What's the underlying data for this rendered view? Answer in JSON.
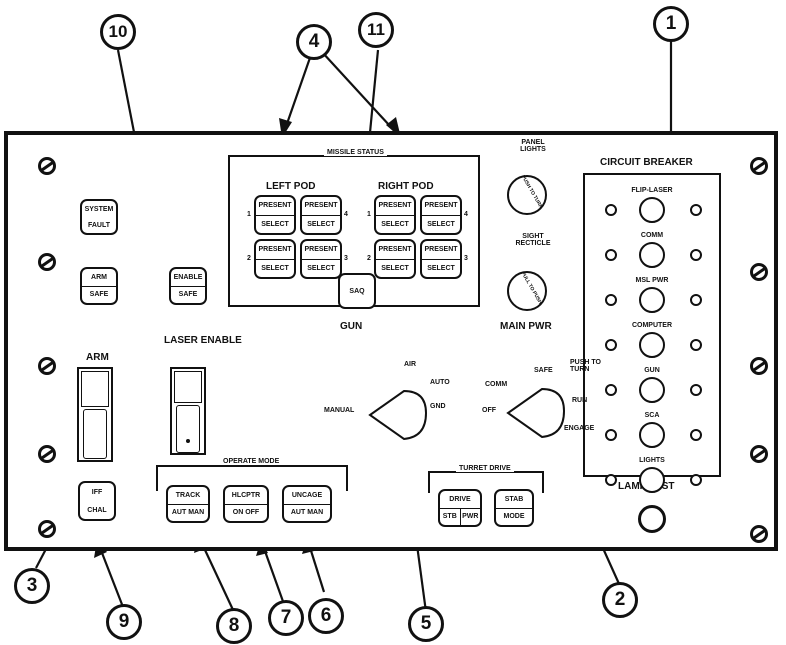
{
  "callouts": [
    "1",
    "2",
    "3",
    "4",
    "5",
    "6",
    "7",
    "8",
    "9",
    "10",
    "11"
  ],
  "labels": {
    "circuit_breaker": "CIRCUIT BREAKER",
    "lamp_test": "LAMP TEST",
    "missile_status": "MISSILE STATUS",
    "left_pod": "LEFT POD",
    "right_pod": "RIGHT POD",
    "gun": "GUN",
    "main_pwr": "MAIN PWR",
    "panel_lights": "PANEL LIGHTS",
    "sight_reticle": "SIGHT RECTICLE",
    "laser_enable": "LASER ENABLE",
    "arm": "ARM",
    "operate_mode": "OPERATE MODE",
    "turret_drive": "TURRET DRIVE",
    "manual": "MANUAL",
    "air": "AIR",
    "auto": "AUTO",
    "gnd": "GND",
    "comm": "COMM",
    "safe": "SAFE",
    "push_to_turn": "PUSH TO TURN",
    "off": "OFF",
    "run": "RUN",
    "engage": "ENGAGE",
    "push_to_turn_knob": "PUSH TO TURN",
    "pull_to_push": "PULL TO PUSH"
  },
  "breakers": [
    "FLIP-LASER",
    "COMM",
    "MSL PWR",
    "COMPUTER",
    "GUN",
    "SCA",
    "LIGHTS"
  ],
  "pod_buttons": {
    "present": "PRESENT",
    "select": "SELECT"
  },
  "pod_numbers": [
    "1",
    "4",
    "2",
    "3",
    "1",
    "4",
    "2",
    "3"
  ],
  "saq": "SAQ",
  "buttons": {
    "system_fault": {
      "top": "SYSTEM",
      "bottom": "FAULT"
    },
    "arm_safe": {
      "top": "ARM",
      "bottom": "SAFE"
    },
    "enable_safe": {
      "top": "ENABLE",
      "bottom": "SAFE"
    },
    "iff_chal": {
      "top": "IFF",
      "bottom": "CHAL"
    },
    "track": {
      "top": "TRACK",
      "bottom": "AUT MAN"
    },
    "hlcptr": {
      "top": "HLCPTR",
      "bottom": "ON  OFF"
    },
    "uncage": {
      "top": "UNCAGE",
      "bottom": "AUT MAN"
    },
    "drive": {
      "top": "DRIVE",
      "left": "STB",
      "right": "PWR"
    },
    "stab": {
      "top": "STAB",
      "bottom": "MODE"
    }
  }
}
